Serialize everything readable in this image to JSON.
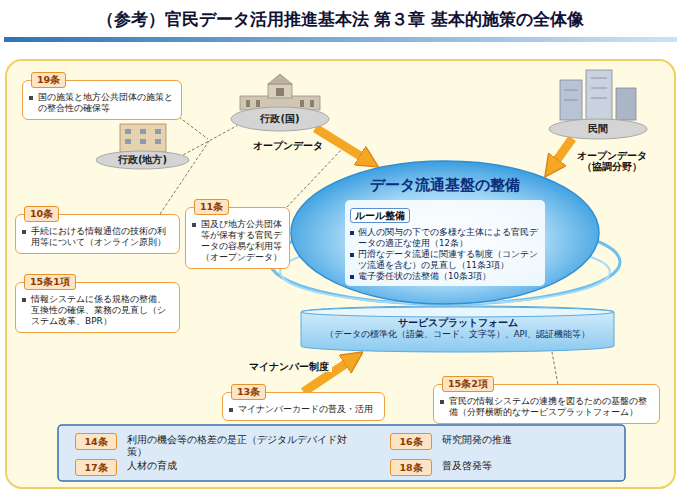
{
  "diagram": {
    "title": "（参考）官民データ活用推進基本法 第３章 基本的施策の全体像",
    "nodes": [
      {
        "text": [
          "19条",
          "国の施策と地方公共団体の施策との整合性の確保等"
        ]
      },
      {
        "text": [
          "行政(国)"
        ]
      },
      {
        "text": [
          "民間"
        ]
      },
      {
        "text": [
          "行政(地方)"
        ]
      },
      {
        "text": [
          "10条",
          "手続における情報通信の技術の利用等について（オンライン原則）"
        ]
      },
      {
        "text": [
          "11条",
          "国及び地方公共団体等が保有する官民データの容易な利用等（オープンデータ）"
        ]
      },
      {
        "text": [
          "データ流通基盤の整備"
        ]
      },
      {
        "text": [
          "ルール整備",
          "個人の関与の下での多様な主体による官民データの適正な使用（12条）",
          "円滑なデータ流通に関連する制度（コンテンツ流通を含む）の見直し（11条3項）",
          "電子委任状の法整備（10条3項）"
        ],
        "in": 6
      },
      {
        "text": [
          "15条1項",
          "情報システムに係る規格の整備、互換性の確保、業務の見直し（システム改革、BPR）"
        ]
      },
      {
        "text": [
          "サービスプラットフォーム",
          "（データの標準化（語彙、コード、文字等）、API、認証機能等）"
        ]
      },
      {
        "text": [
          "13条",
          "マイナンバーカードの普及・活用"
        ]
      },
      {
        "text": [
          "15条2項",
          "官民の情報システムの連携を図るための基盤の整備（分野横断的なサービスプラットフォーム）"
        ]
      },
      {
        "text": [
          "14条",
          "利用の機会等の格差の是正（デジタルデバイド対策）"
        ]
      },
      {
        "text": [
          "16条",
          "研究開発の推進"
        ]
      },
      {
        "text": [
          "17条",
          "人材の育成"
        ]
      },
      {
        "text": [
          "18条",
          "普及啓発等"
        ]
      }
    ],
    "edges": [
      {
        "from": 3,
        "to": 1,
        "arrow": "none"
      },
      {
        "from": 1,
        "to": 6,
        "label": "オープンデータ",
        "arrow": "to"
      },
      {
        "from": 2,
        "to": 6,
        "label": "オープンデータ （協調分野）",
        "arrow": "to"
      },
      {
        "from": 10,
        "to": 9,
        "label": "マイナンバー制度",
        "arrow": "to"
      },
      {
        "from": 11,
        "to": 9,
        "arrow": "none"
      }
    ]
  }
}
